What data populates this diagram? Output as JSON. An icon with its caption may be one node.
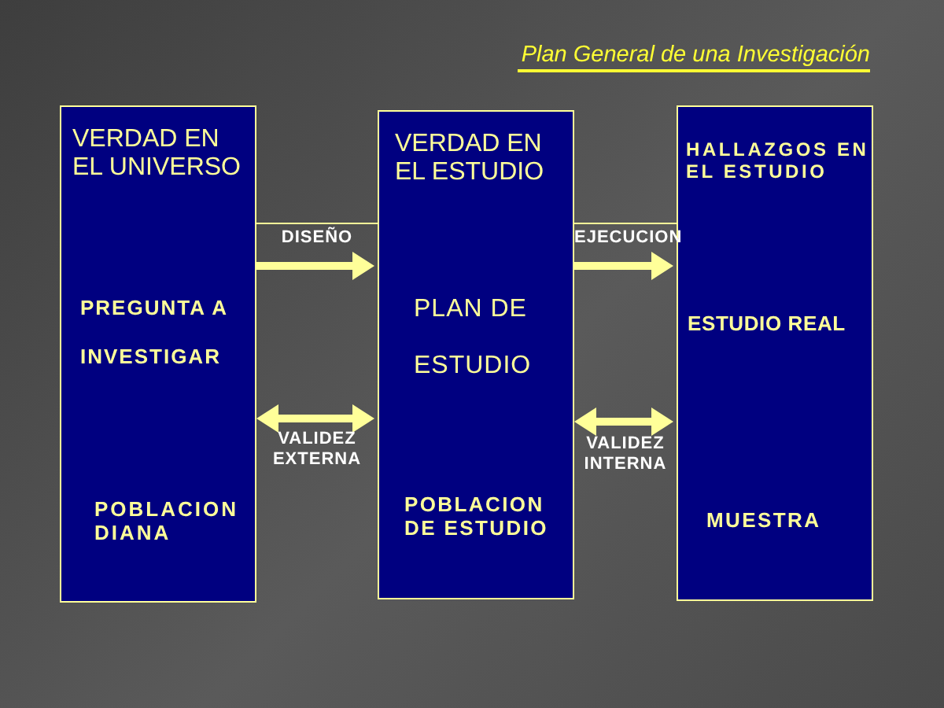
{
  "diagram": {
    "title": "Plan General de una Investigación",
    "nodes": [
      {
        "text": [
          "VERDAD EN EL UNIVERSO",
          "PREGUNTA A INVESTIGAR",
          "POBLACION DIANA"
        ]
      },
      {
        "text": [
          "VERDAD EN EL ESTUDIO",
          "PLAN DE ESTUDIO",
          "POBLACION DE ESTUDIO"
        ]
      },
      {
        "text": [
          "HALLAZGOS EN EL ESTUDIO",
          "ESTUDIO REAL",
          "MUESTRA"
        ]
      }
    ],
    "edges": [
      {
        "from": 0,
        "to": 1,
        "arrow": "to",
        "label": "DISEÑO"
      },
      {
        "from": 1,
        "to": 2,
        "arrow": "to",
        "label": "EJECUCION"
      },
      {
        "from": 0,
        "to": 1,
        "arrow": "both",
        "label": "VALIDEZ EXTERNA"
      },
      {
        "from": 1,
        "to": 2,
        "arrow": "both",
        "label": "VALIDEZ INTERNA"
      }
    ]
  }
}
